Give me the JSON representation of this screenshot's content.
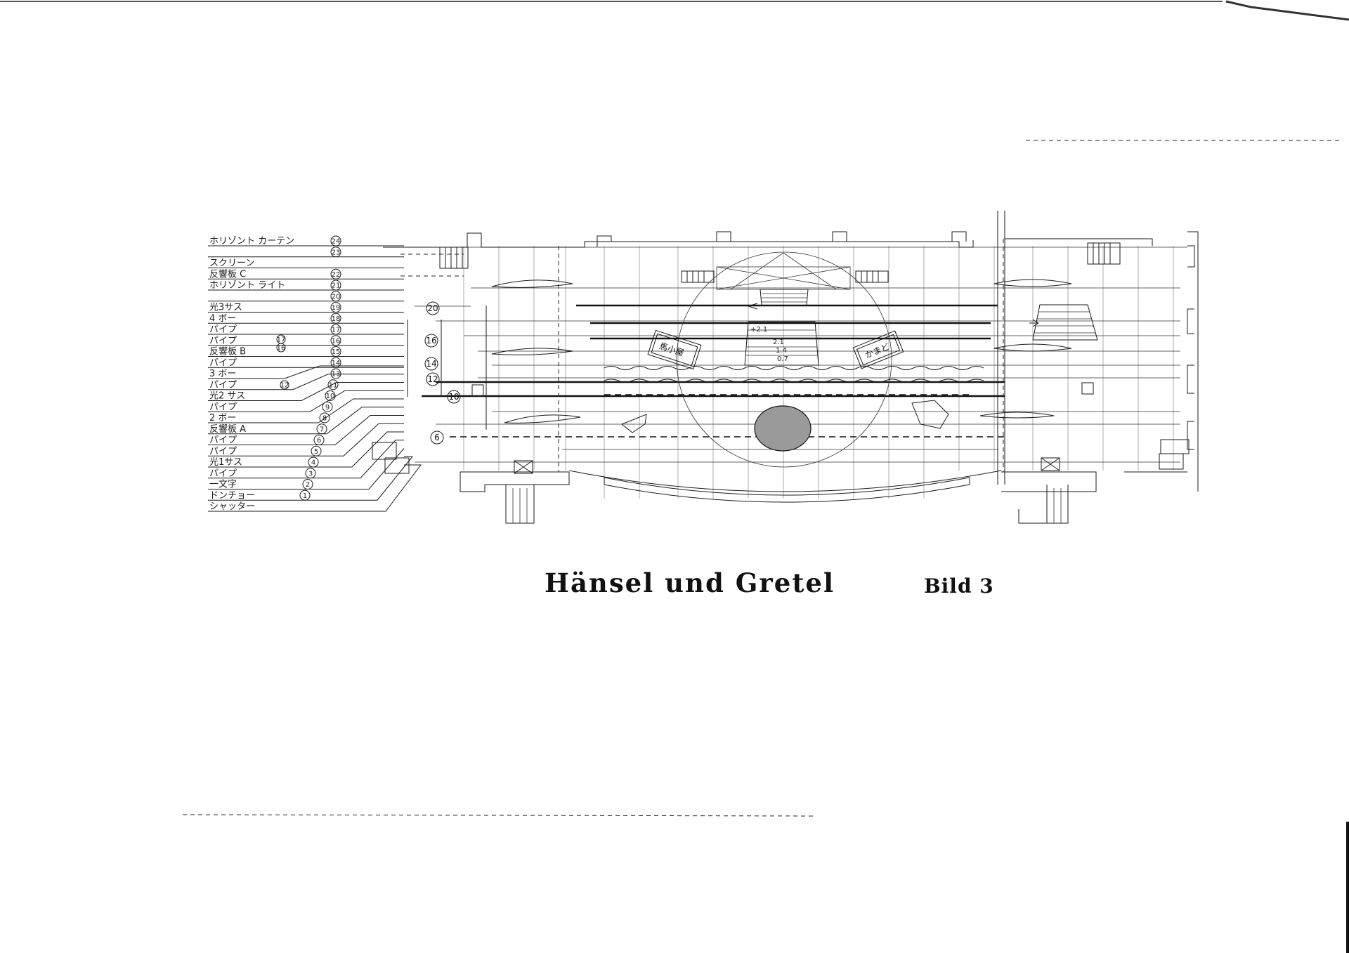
{
  "drawing": {
    "title": "Hänsel und Gretel",
    "scene": "Bild 3",
    "batten_labels": [
      {
        "text": "ホリゾント カーテン",
        "num": "24"
      },
      {
        "text": "",
        "num": "23"
      },
      {
        "text": "スクリーン",
        "num": ""
      },
      {
        "text": "反響板 C",
        "num": "22"
      },
      {
        "text": "ホリゾント ライト",
        "num": "21"
      },
      {
        "text": "",
        "num": "20"
      },
      {
        "text": "光3サス",
        "num": "19"
      },
      {
        "text": "4 ボー",
        "num": "18"
      },
      {
        "text": "パイプ",
        "num": "17"
      },
      {
        "text": "パイプ",
        "num": "16"
      },
      {
        "text": "反響板 B",
        "num": "15"
      },
      {
        "text": "パイプ",
        "num": "14"
      },
      {
        "text": "3 ボー",
        "num": "13"
      },
      {
        "text": "パイプ",
        "num": "11"
      },
      {
        "text": "光2 サス",
        "num": "10"
      },
      {
        "text": "パイプ",
        "num": "9"
      },
      {
        "text": "2 ボー",
        "num": "8"
      },
      {
        "text": "反響板 A",
        "num": "7"
      },
      {
        "text": "パイプ",
        "num": "6"
      },
      {
        "text": "パイプ",
        "num": "5"
      },
      {
        "text": "光1サス",
        "num": "4"
      },
      {
        "text": "パイプ",
        "num": "3"
      },
      {
        "text": "一文字",
        "num": "2"
      },
      {
        "text": "ドンチョー",
        "num": "1"
      },
      {
        "text": "シャッター",
        "num": ""
      }
    ],
    "side_numbers": [
      "17",
      "16",
      "12"
    ],
    "stage_callouts": [
      "20",
      "16",
      "14",
      "12",
      "10",
      "6"
    ],
    "props": {
      "house_left": "馬小屋",
      "house_right": "かまど",
      "steps_marks": [
        "+2.1",
        "2.1",
        "1.4",
        "0.7"
      ]
    }
  }
}
